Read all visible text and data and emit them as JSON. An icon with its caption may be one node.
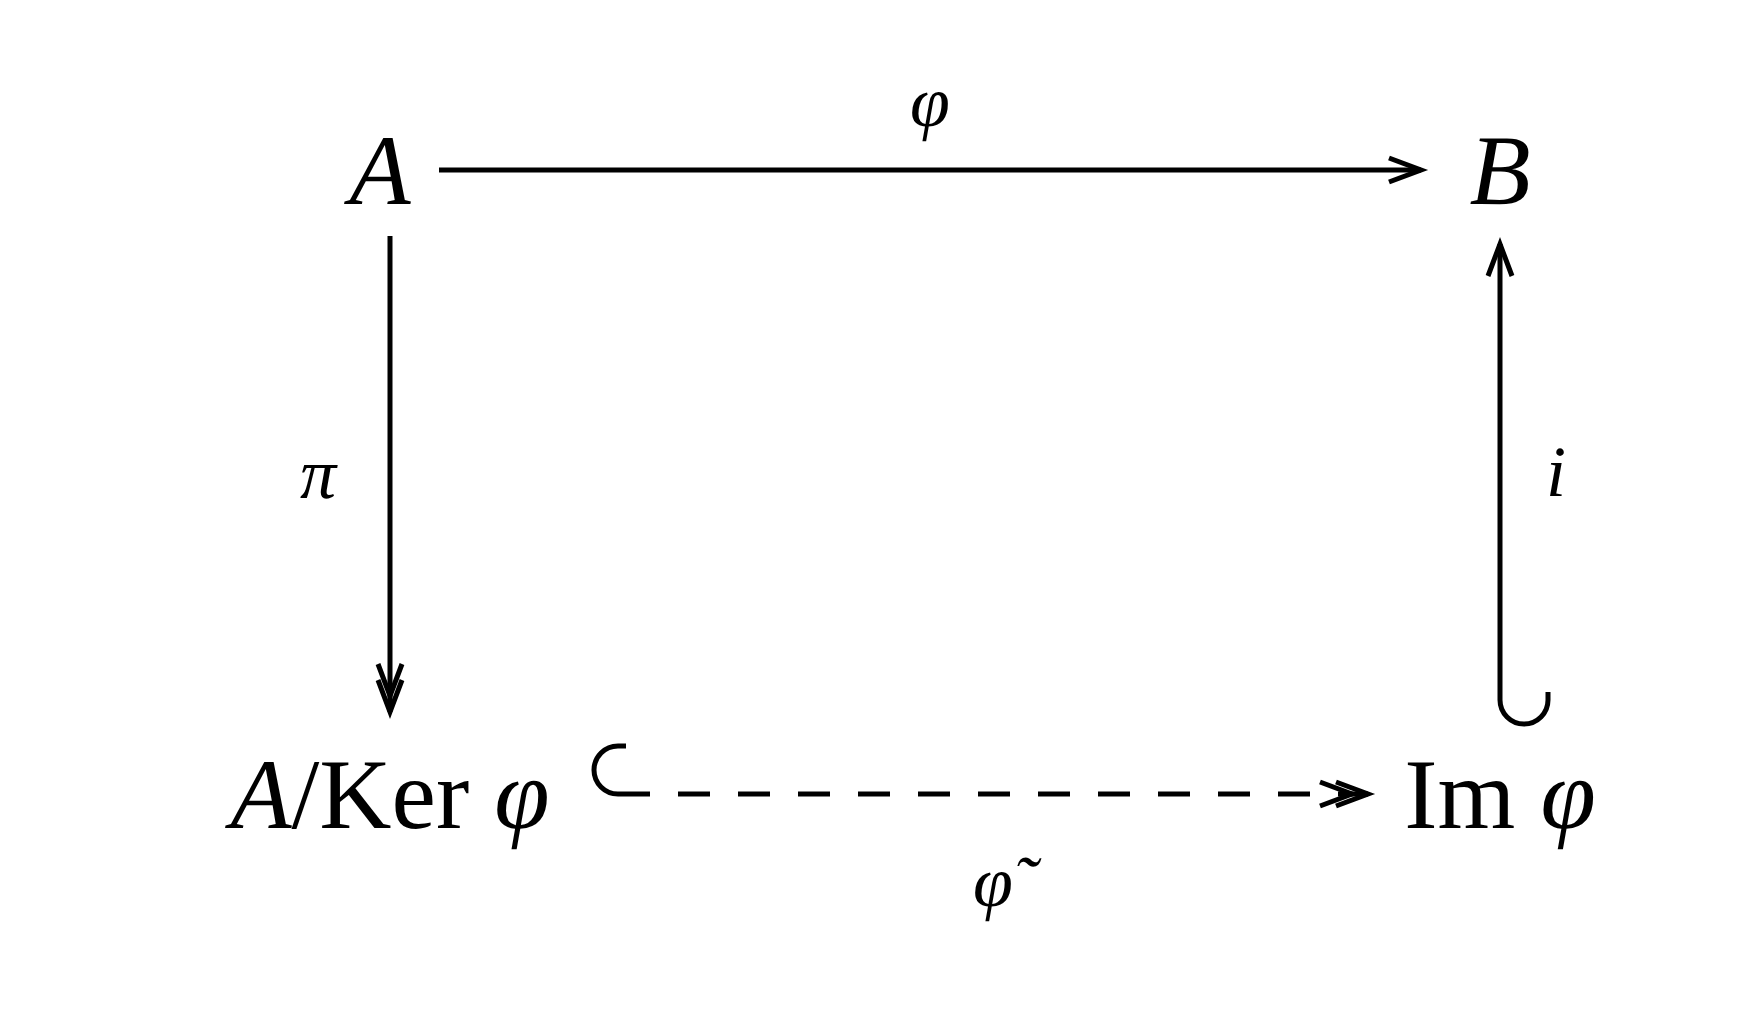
{
  "diagram": {
    "nodes": [
      {
        "text": [
          "A"
        ]
      },
      {
        "text": [
          "B"
        ]
      },
      {
        "text": [
          "*A*/Ker *φ*"
        ]
      },
      {
        "text": [
          "Im *φ*"
        ]
      }
    ],
    "edges": [
      {
        "from": 0,
        "to": 1,
        "arrow": "to",
        "label": "φ"
      },
      {
        "from": 0,
        "to": 2,
        "arrow": "to",
        "label": "π"
      },
      {
        "from": 3,
        "to": 1,
        "arrow": "to",
        "label": "i"
      },
      {
        "from": 2,
        "to": 3,
        "arrow": "to",
        "label": "φ̃",
        "style": "dashed"
      }
    ]
  }
}
